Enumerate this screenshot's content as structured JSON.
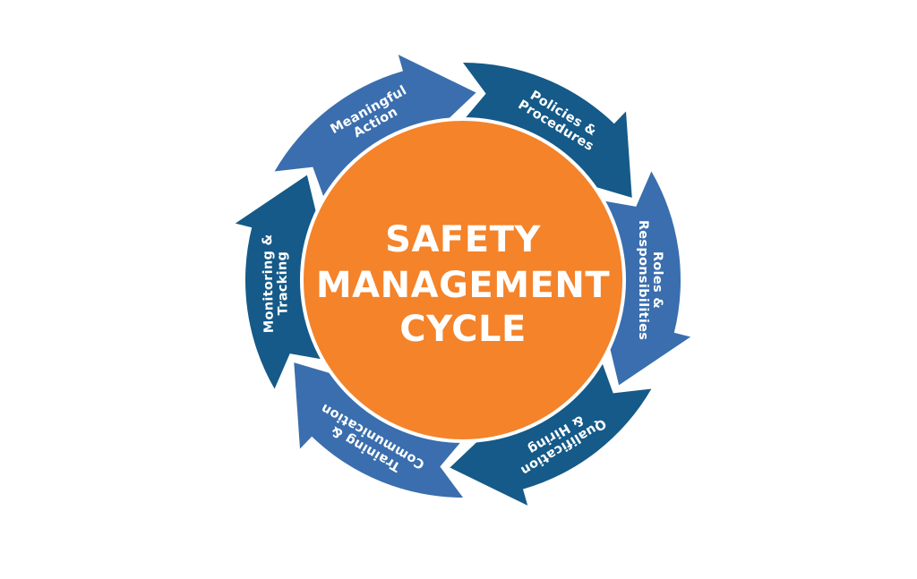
{
  "center": {
    "lines": [
      "SAFETY",
      "MANAGEMENT",
      "CYCLE"
    ],
    "color": "#F4832A"
  },
  "segments": [
    {
      "lines": [
        "Meaningful",
        "Action"
      ],
      "color": "#3A6EAE"
    },
    {
      "lines": [
        "Policies &",
        "Procedures"
      ],
      "color": "#155A88"
    },
    {
      "lines": [
        "Roles &",
        "Responsibilities"
      ],
      "color": "#3A6EAE"
    },
    {
      "lines": [
        "Qualification",
        "& Hiring"
      ],
      "color": "#155A88"
    },
    {
      "lines": [
        "Training &",
        "Communication"
      ],
      "color": "#3A6EAE"
    },
    {
      "lines": [
        "Monitoring &",
        "Tracking"
      ],
      "color": "#155A88"
    }
  ]
}
